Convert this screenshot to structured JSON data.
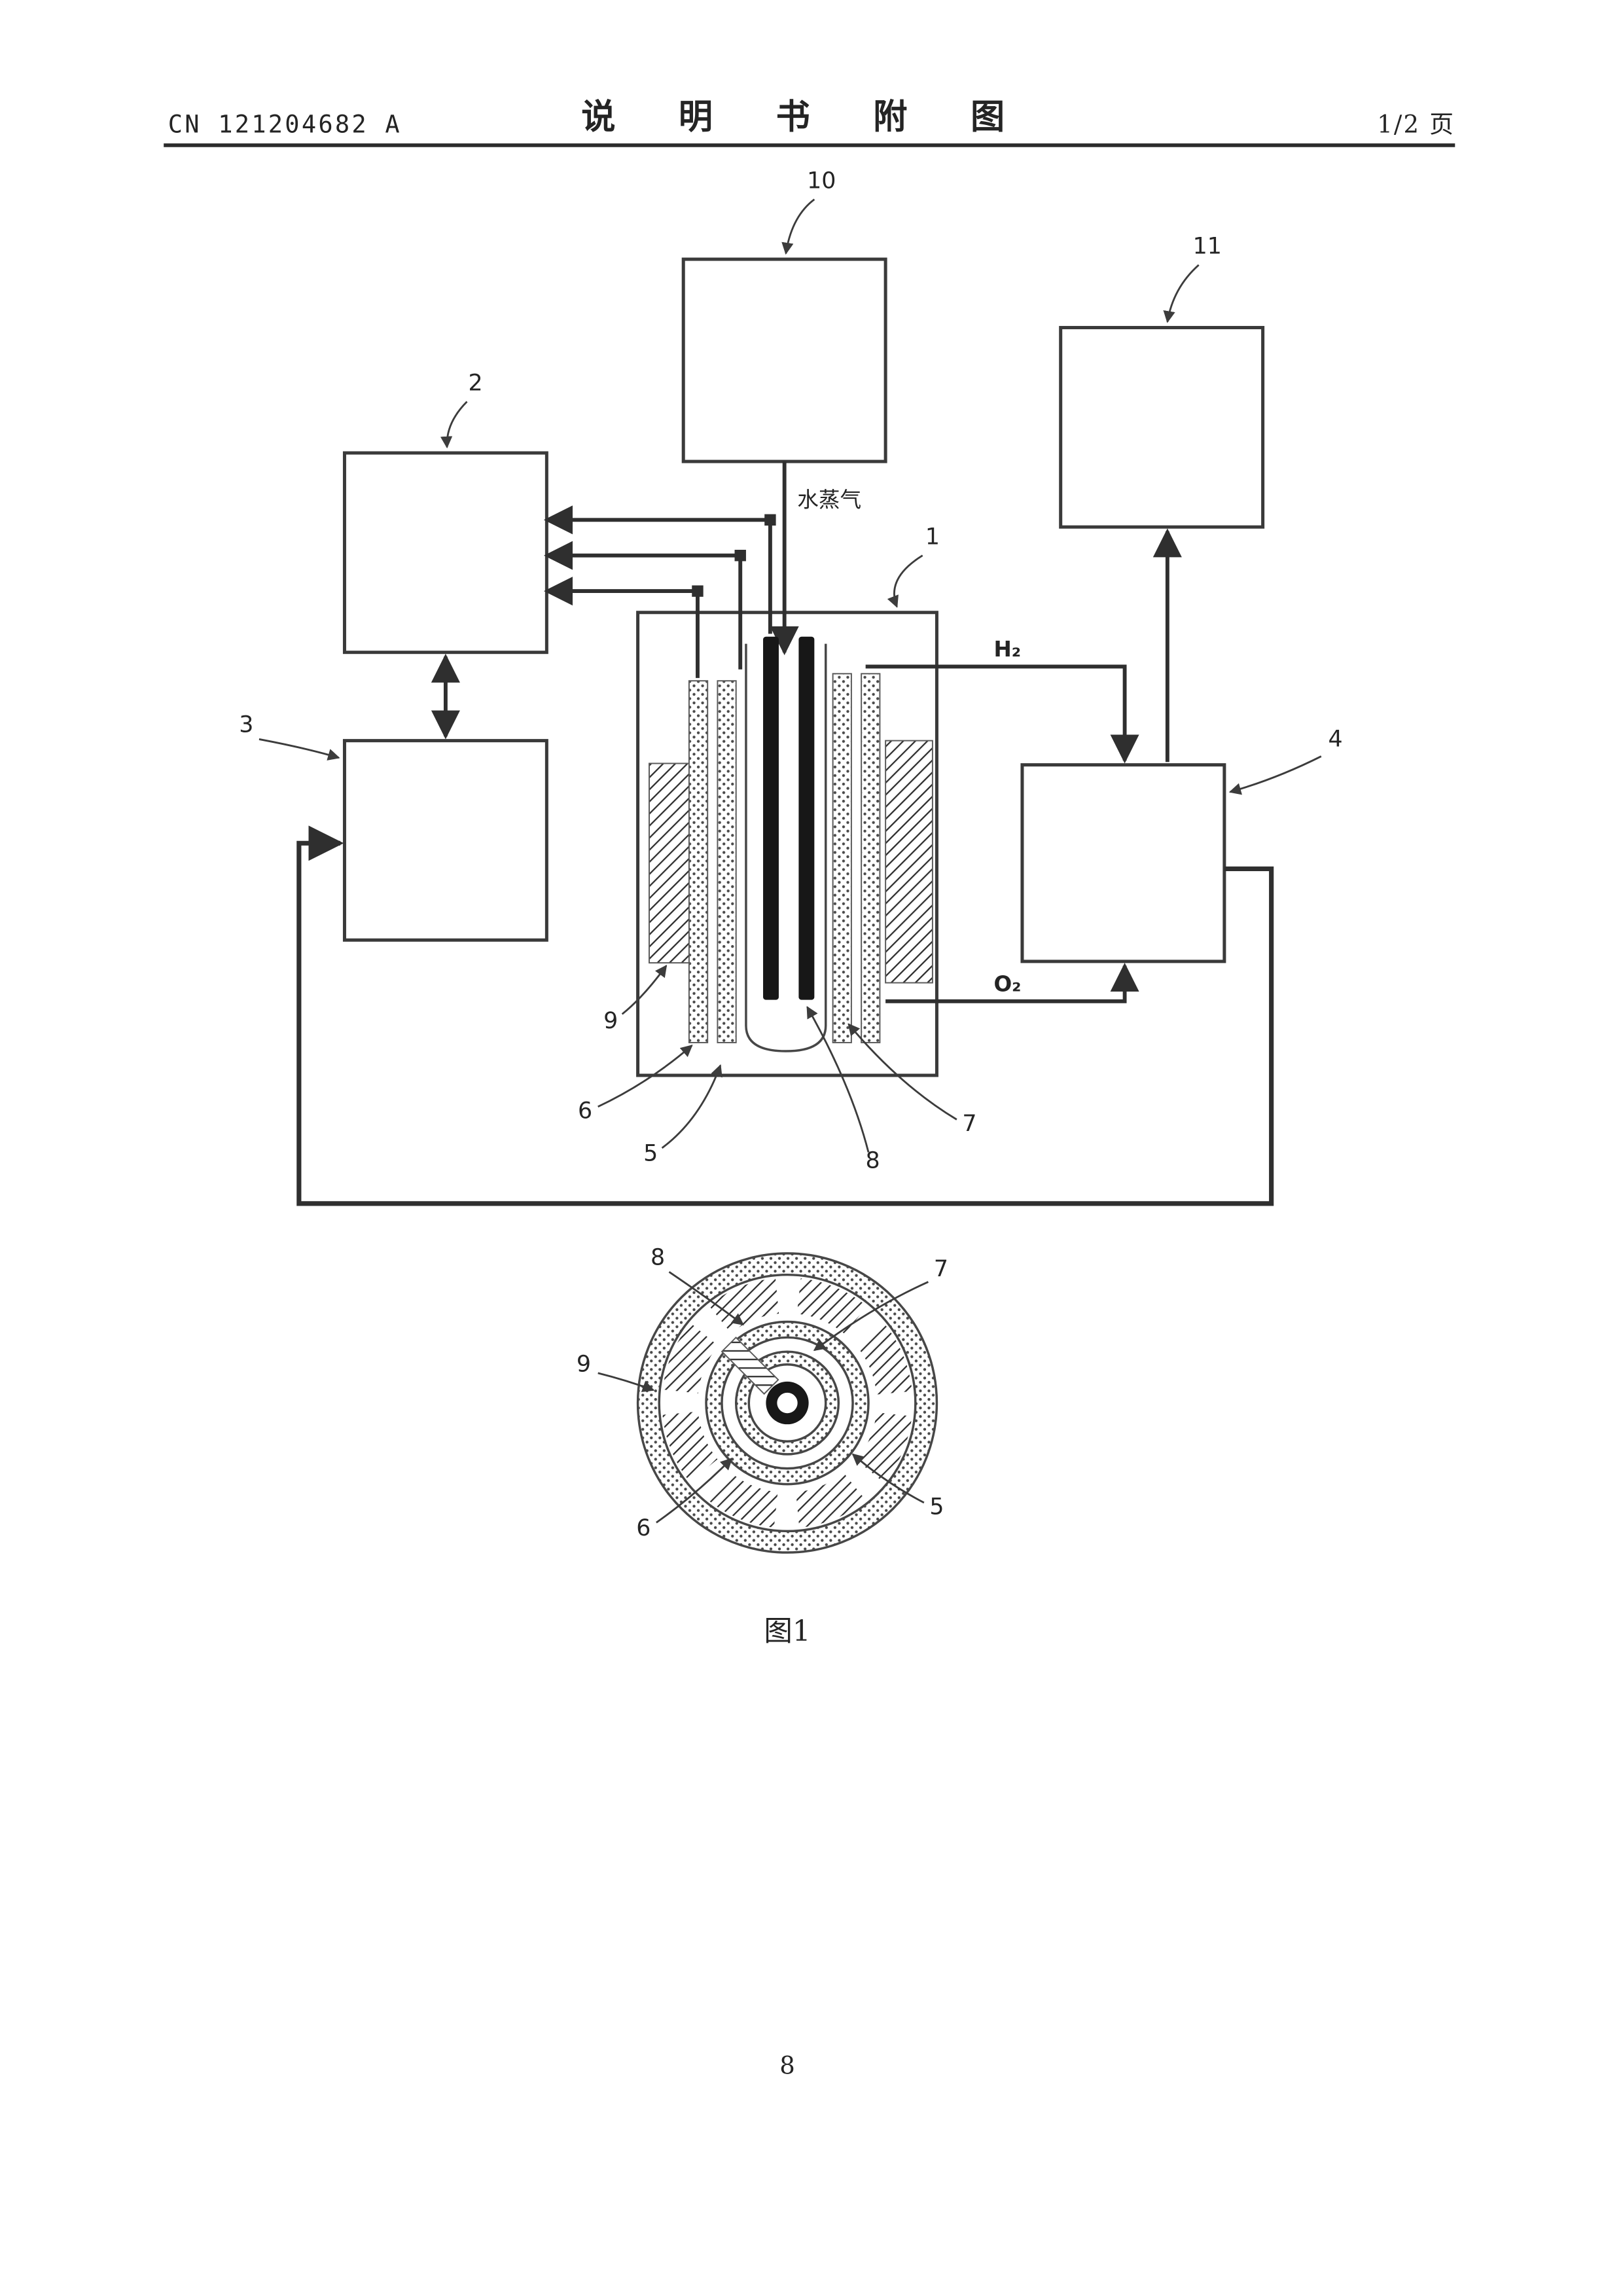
{
  "header": {
    "doc_number": "CN 121204682 A",
    "title": "说 明 书 附 图",
    "page_indicator": "1/2 页"
  },
  "figure": {
    "caption": "图1",
    "flow_labels": {
      "water_vapor": "水蒸气",
      "h2": "H₂",
      "o2": "O₂"
    },
    "refs": {
      "r1": "1",
      "r2": "2",
      "r3": "3",
      "r4": "4",
      "r5": "5",
      "r6": "6",
      "r7": "7",
      "r8": "8",
      "r9": "9",
      "r10": "10",
      "r11": "11"
    }
  },
  "footer": {
    "page_number": "8"
  }
}
